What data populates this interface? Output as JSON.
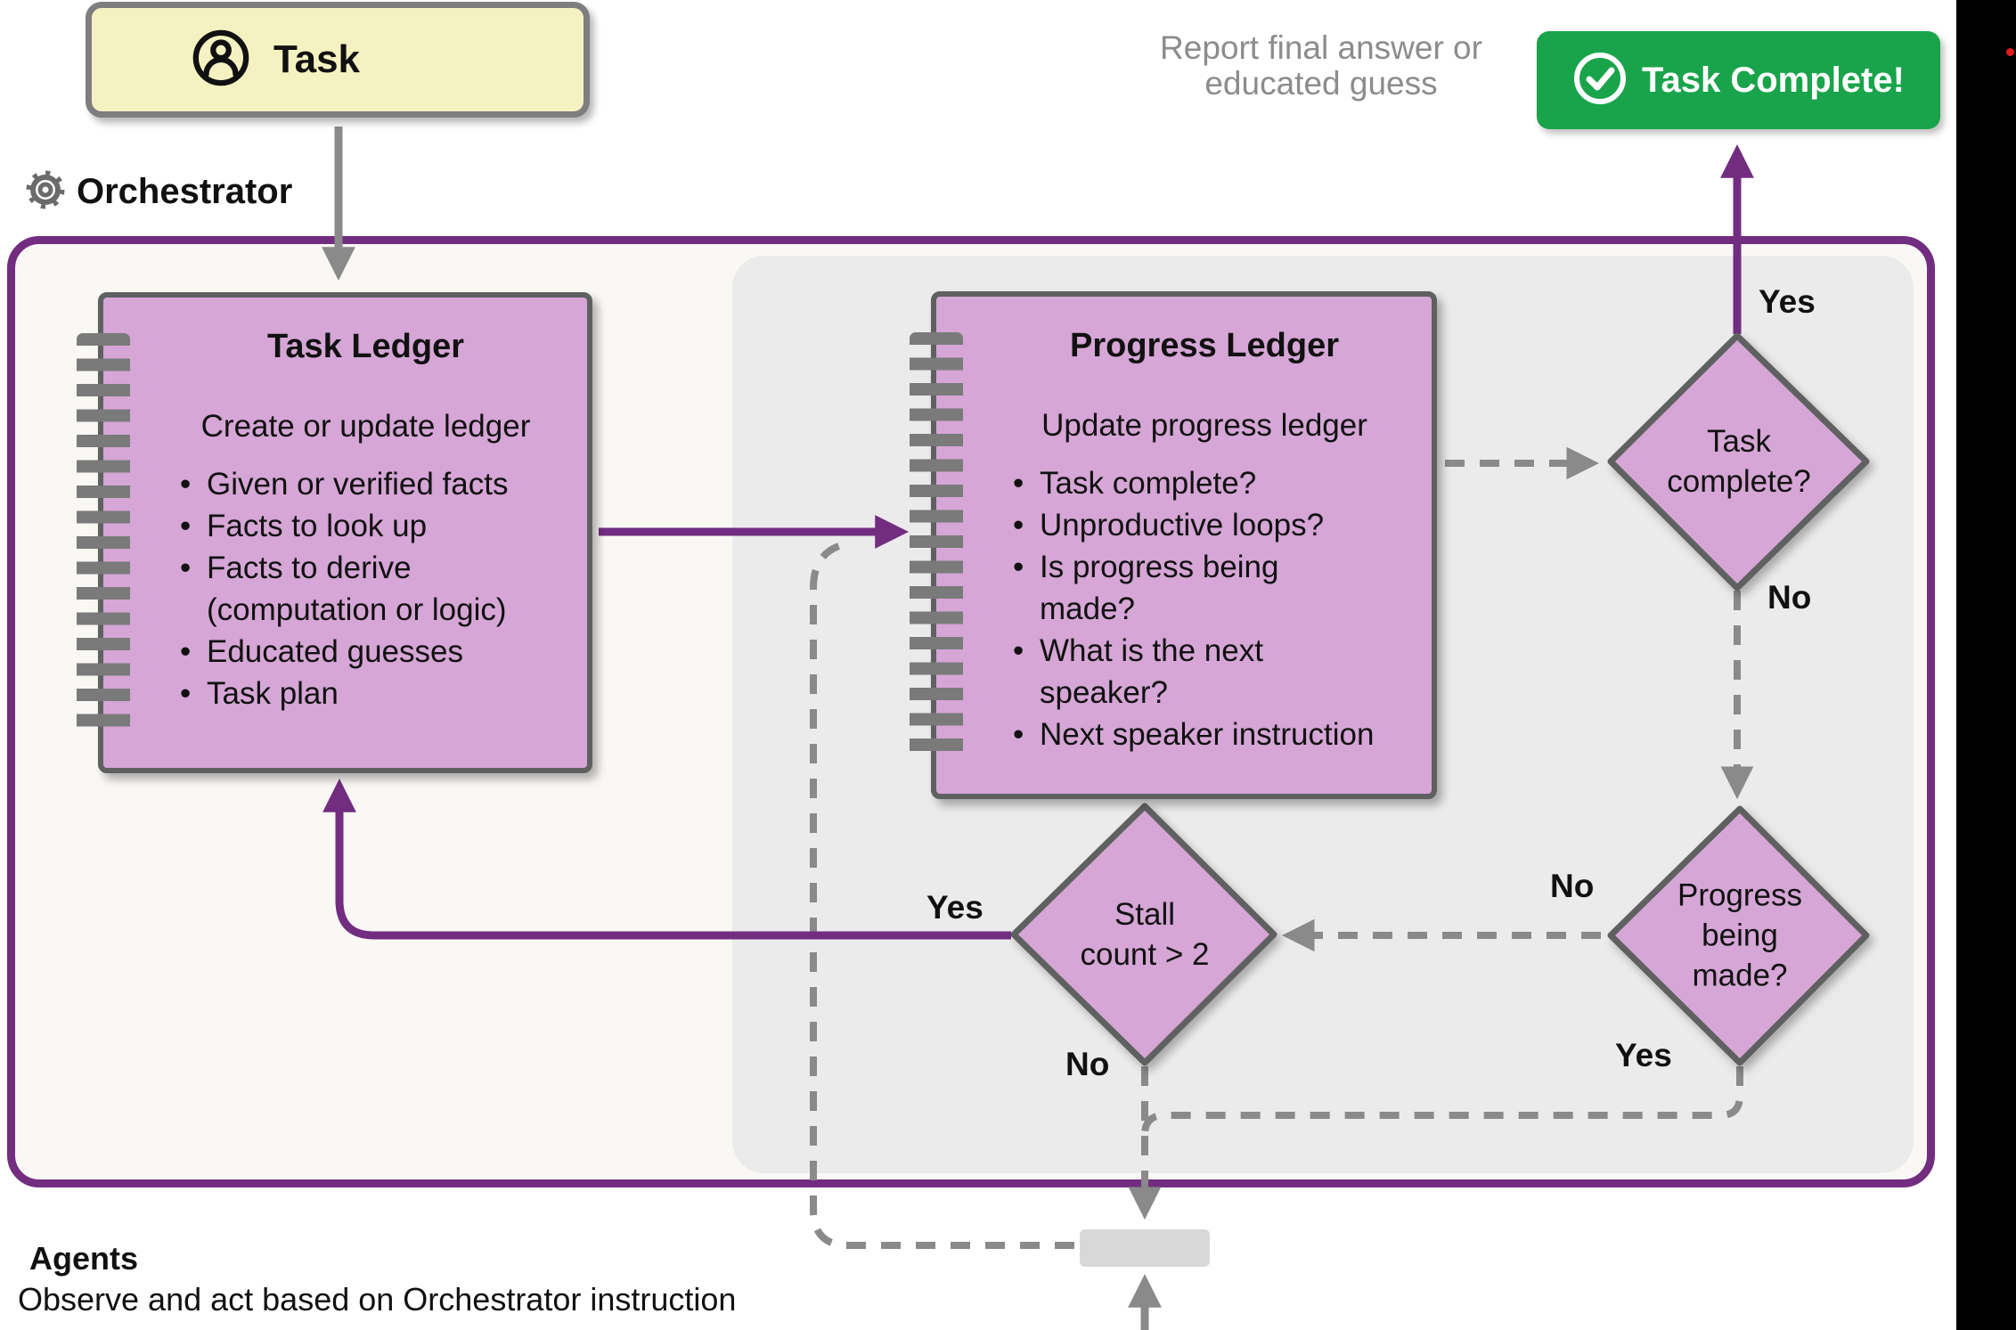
{
  "task_box": {
    "label": "Task"
  },
  "orchestrator": {
    "label": "Orchestrator"
  },
  "task_ledger": {
    "title": "Task Ledger",
    "subtitle": "Create or update ledger",
    "bullets": [
      "Given or verified facts",
      "Facts to look up",
      "Facts to derive (computation or logic)",
      "Educated guesses",
      "Task plan"
    ]
  },
  "progress_ledger": {
    "title": "Progress Ledger",
    "subtitle": "Update progress ledger",
    "bullets": [
      "Task complete?",
      "Unproductive loops?",
      "Is progress being made?",
      "What is the next speaker?",
      "Next speaker instruction"
    ]
  },
  "decisions": {
    "task_complete": "Task complete?",
    "progress_being_made": "Progress being made?",
    "stall_count": "Stall count > 2"
  },
  "labels": {
    "yes_task_complete": "Yes",
    "no_task_complete": "No",
    "no_progress": "No",
    "yes_progress": "Yes",
    "yes_stall": "Yes",
    "no_stall": "No"
  },
  "report": {
    "line1": "Report final answer or",
    "line2": "educated guess"
  },
  "complete_button": {
    "label": "Task Complete!"
  },
  "agents": {
    "title": "Agents",
    "subtitle": "Observe and act based on Orchestrator instruction"
  },
  "colors": {
    "purple": "#722d80",
    "pink_node": "#d5a6d6",
    "node_border": "#5f6160",
    "yellow_task": "#f5f2c2",
    "green_complete": "#19a44b",
    "gray_panel": "#ebebeb",
    "container_fill": "#faf8f5",
    "dash_gray": "#8a8a8a",
    "muted_text": "#8c8c8c",
    "black_strip": "#000000",
    "red_dot": "#e11b1b"
  }
}
